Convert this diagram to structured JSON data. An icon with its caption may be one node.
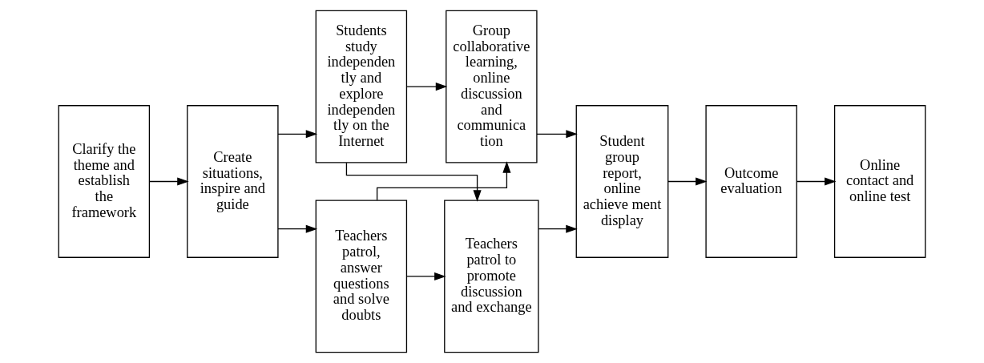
{
  "diagram": {
    "nodes": [
      {
        "text": [
          "Clarify the theme and establish the framework"
        ]
      },
      {
        "text": [
          "Create situations, inspire and guide"
        ]
      },
      {
        "text": [
          "Students study independen tly and explore independen tly on the Internet"
        ]
      },
      {
        "text": [
          "Teachers patrol, answer questions and solve doubts"
        ]
      },
      {
        "text": [
          "Group collaborative learning, online discussion and communica tion"
        ]
      },
      {
        "text": [
          "Teachers patrol to promote discussion and exchange"
        ]
      },
      {
        "text": [
          "Student group report, online achieve ment display"
        ]
      },
      {
        "text": [
          "Outcome evaluation"
        ]
      },
      {
        "text": [
          "Online contact and online test"
        ]
      }
    ],
    "edges": [
      {
        "from": 0,
        "to": 1,
        "arrow": "to"
      },
      {
        "from": 1,
        "to": 2,
        "arrow": "to"
      },
      {
        "from": 1,
        "to": 3,
        "arrow": "to"
      },
      {
        "from": 2,
        "to": 4,
        "arrow": "to"
      },
      {
        "from": 2,
        "to": 5,
        "arrow": "to"
      },
      {
        "from": 3,
        "to": 4,
        "arrow": "to"
      },
      {
        "from": 3,
        "to": 5,
        "arrow": "to"
      },
      {
        "from": 4,
        "to": 6,
        "arrow": "to"
      },
      {
        "from": 5,
        "to": 6,
        "arrow": "to"
      },
      {
        "from": 6,
        "to": 7,
        "arrow": "to"
      },
      {
        "from": 7,
        "to": 8,
        "arrow": "to"
      }
    ]
  }
}
